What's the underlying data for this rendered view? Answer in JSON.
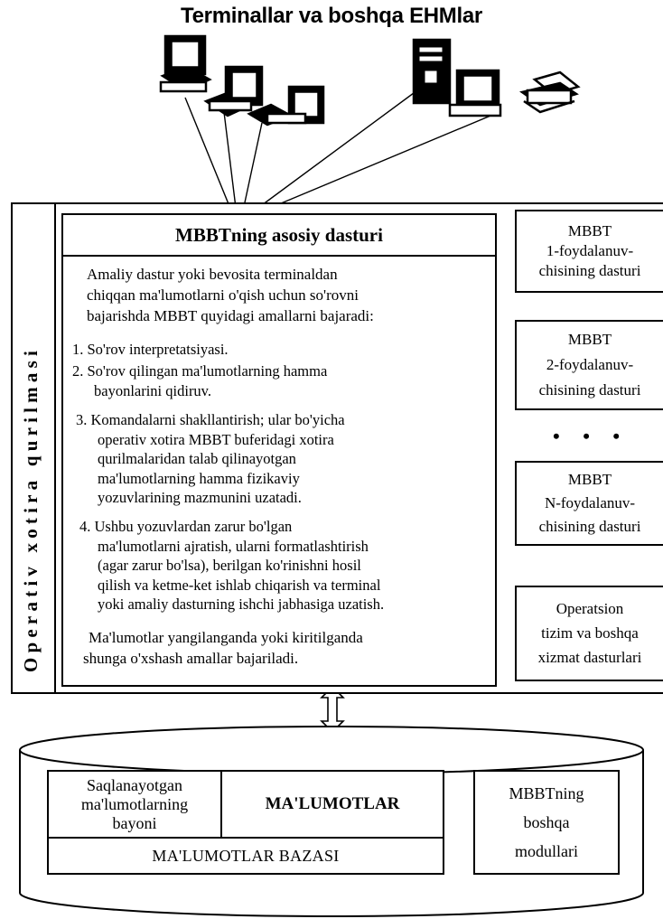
{
  "title": "Terminallar va boshqa EHMlar",
  "vertical_label": "Operativ xotira qurilmasi",
  "main": {
    "title": "MBBTning asosiy dasturi",
    "intro": [
      "Amaliy dastur yoki bevosita terminaldan",
      "chiqqan ma'lumotlarni o'qish uchun so'rovni",
      "bajarishda MBBT quyidagi amallarni bajaradi:"
    ],
    "steps": [
      [
        "1. So'rov interpretatsiyasi."
      ],
      [
        "2. So'rov qilingan ma'lumotlarning hamma",
        "bayonlarini qidiruv."
      ],
      [
        "3. Komandalarni shakllantirish; ular bo'yicha",
        "operativ xotira MBBT buferidagi xotira",
        "qurilmalaridan talab qilinayotgan",
        "ma'lumotlarning hamma fizikaviy",
        "yozuvlarining mazmunini uzatadi."
      ],
      [
        "4. Ushbu yozuvlardan zarur bo'lgan",
        "ma'lumotlarni ajratish, ularni formatlashtirish",
        "(agar zarur bo'lsa), berilgan ko'rinishni hosil",
        "qilish va ketme-ket ishlab chiqarish va terminal",
        "yoki amaliy dasturning ishchi jabhasiga uzatish."
      ]
    ],
    "outro": [
      "Ma'lumotlar yangilanganda yoki kiritilganda",
      "shunga o'xshash amallar bajariladi."
    ]
  },
  "side_boxes": [
    [
      "MBBT",
      "1-foydalanuv-",
      "chisining dasturi"
    ],
    [
      "MBBT",
      "2-foydalanuv-",
      "chisining dasturi"
    ],
    [
      "MBBT",
      "N-foydalanuv-",
      "chisining dasturi"
    ],
    [
      "Operatsion",
      "tizim va boshqa",
      "xizmat dasturlari"
    ]
  ],
  "ellipsis": "• • •",
  "database": {
    "descriptor_lines": [
      "Saqlanayotgan",
      "ma'lumotlarning",
      "bayoni"
    ],
    "data_label": "MA'LUMOTLAR",
    "base_label": "MA'LUMOTLAR BAZASI",
    "modules_lines": [
      "MBBTning",
      "boshqa",
      "modullari"
    ]
  },
  "icons": [
    "computer-icon",
    "computer-icon",
    "computer-icon",
    "computer-tower-icon",
    "computer-icon",
    "printer-icon"
  ]
}
